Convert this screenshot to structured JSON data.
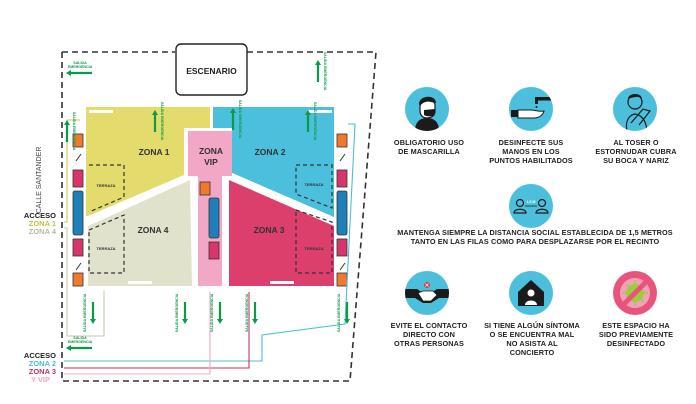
{
  "map": {
    "stage_label": "ESCENARIO",
    "street_label": "CALLE SANTANDER",
    "zones": [
      {
        "id": "zona-1",
        "label": "ZONA 1",
        "color": "#e3dc6c"
      },
      {
        "id": "zona-2",
        "label": "ZONA 2",
        "color": "#4bbfdc"
      },
      {
        "id": "zona-3",
        "label": "ZONA 3",
        "color": "#dc3f6b"
      },
      {
        "id": "zona-4",
        "label": "ZONA 4",
        "color": "#e1e2cc"
      },
      {
        "id": "zona-vip",
        "label": "ZONA VIP",
        "line1": "ZONA",
        "line2": "VIP",
        "color": "#f2a7c6"
      }
    ],
    "terraza_label": "TERRAZA",
    "emergency_exit_line1": "SALIDA",
    "emergency_exit_line2": "EMERGENCIA",
    "access_top": {
      "title": "ACCESO",
      "lines": [
        {
          "text": "ZONA 1",
          "color": "#c9c04a"
        },
        {
          "text": "ZONA 4",
          "color": "#b8b99c"
        }
      ]
    },
    "access_bottom": {
      "title": "ACCESO",
      "lines": [
        {
          "text": "ZONA 2",
          "color": "#4bbfdc"
        },
        {
          "text": "ZONA 3",
          "color": "#c8325e"
        },
        {
          "text": "Y VIP",
          "color": "#f2a7c6"
        }
      ]
    },
    "colors": {
      "exit_green": "#0a9a48",
      "bar_blue": "#1f7fb8",
      "wc_pink": "#d8356a",
      "orange": "#ee7a2e",
      "dashed_border": "#333333"
    }
  },
  "safety": {
    "items": [
      {
        "icon": "face-mask-icon",
        "lines": [
          "OBLIGATORIO USO",
          "DE MASCARILLA"
        ]
      },
      {
        "icon": "hand-sanitizer-icon",
        "lines": [
          "DESINFECTE SUS",
          "MANOS EN LOS",
          "PUNTOS HABILITADOS"
        ]
      },
      {
        "icon": "cough-elbow-icon",
        "lines": [
          "AL TOSER O",
          "ESTORNUDAR CUBRA",
          "SU BOCA Y NARIZ"
        ]
      },
      {
        "icon": "social-distance-icon",
        "distance_label": "1,5 M",
        "lines": [
          "MANTENGA SIEMPRE LA DISTANCIA SOCIAL ESTABLECIDA DE 1,5 METROS",
          "TANTO EN LAS FILAS COMO PARA DESPLAZARSE POR EL RECINTO"
        ]
      },
      {
        "icon": "no-handshake-icon",
        "lines": [
          "EVITE EL CONTACTO",
          "DIRECTO CON",
          "OTRAS PERSONAS"
        ]
      },
      {
        "icon": "stay-home-icon",
        "lines": [
          "SI TIENE ALGÚN SÍNTOMA",
          "O SE ENCUENTRA MAL",
          "NO ASISTA AL CONCIERTO"
        ]
      },
      {
        "icon": "disinfected-virus-icon",
        "lines": [
          "ESTE ESPACIO HA",
          "SIDO PREVIAMENTE",
          "DESINFECTADO"
        ]
      }
    ],
    "circle_color": "#4bbfdc"
  }
}
